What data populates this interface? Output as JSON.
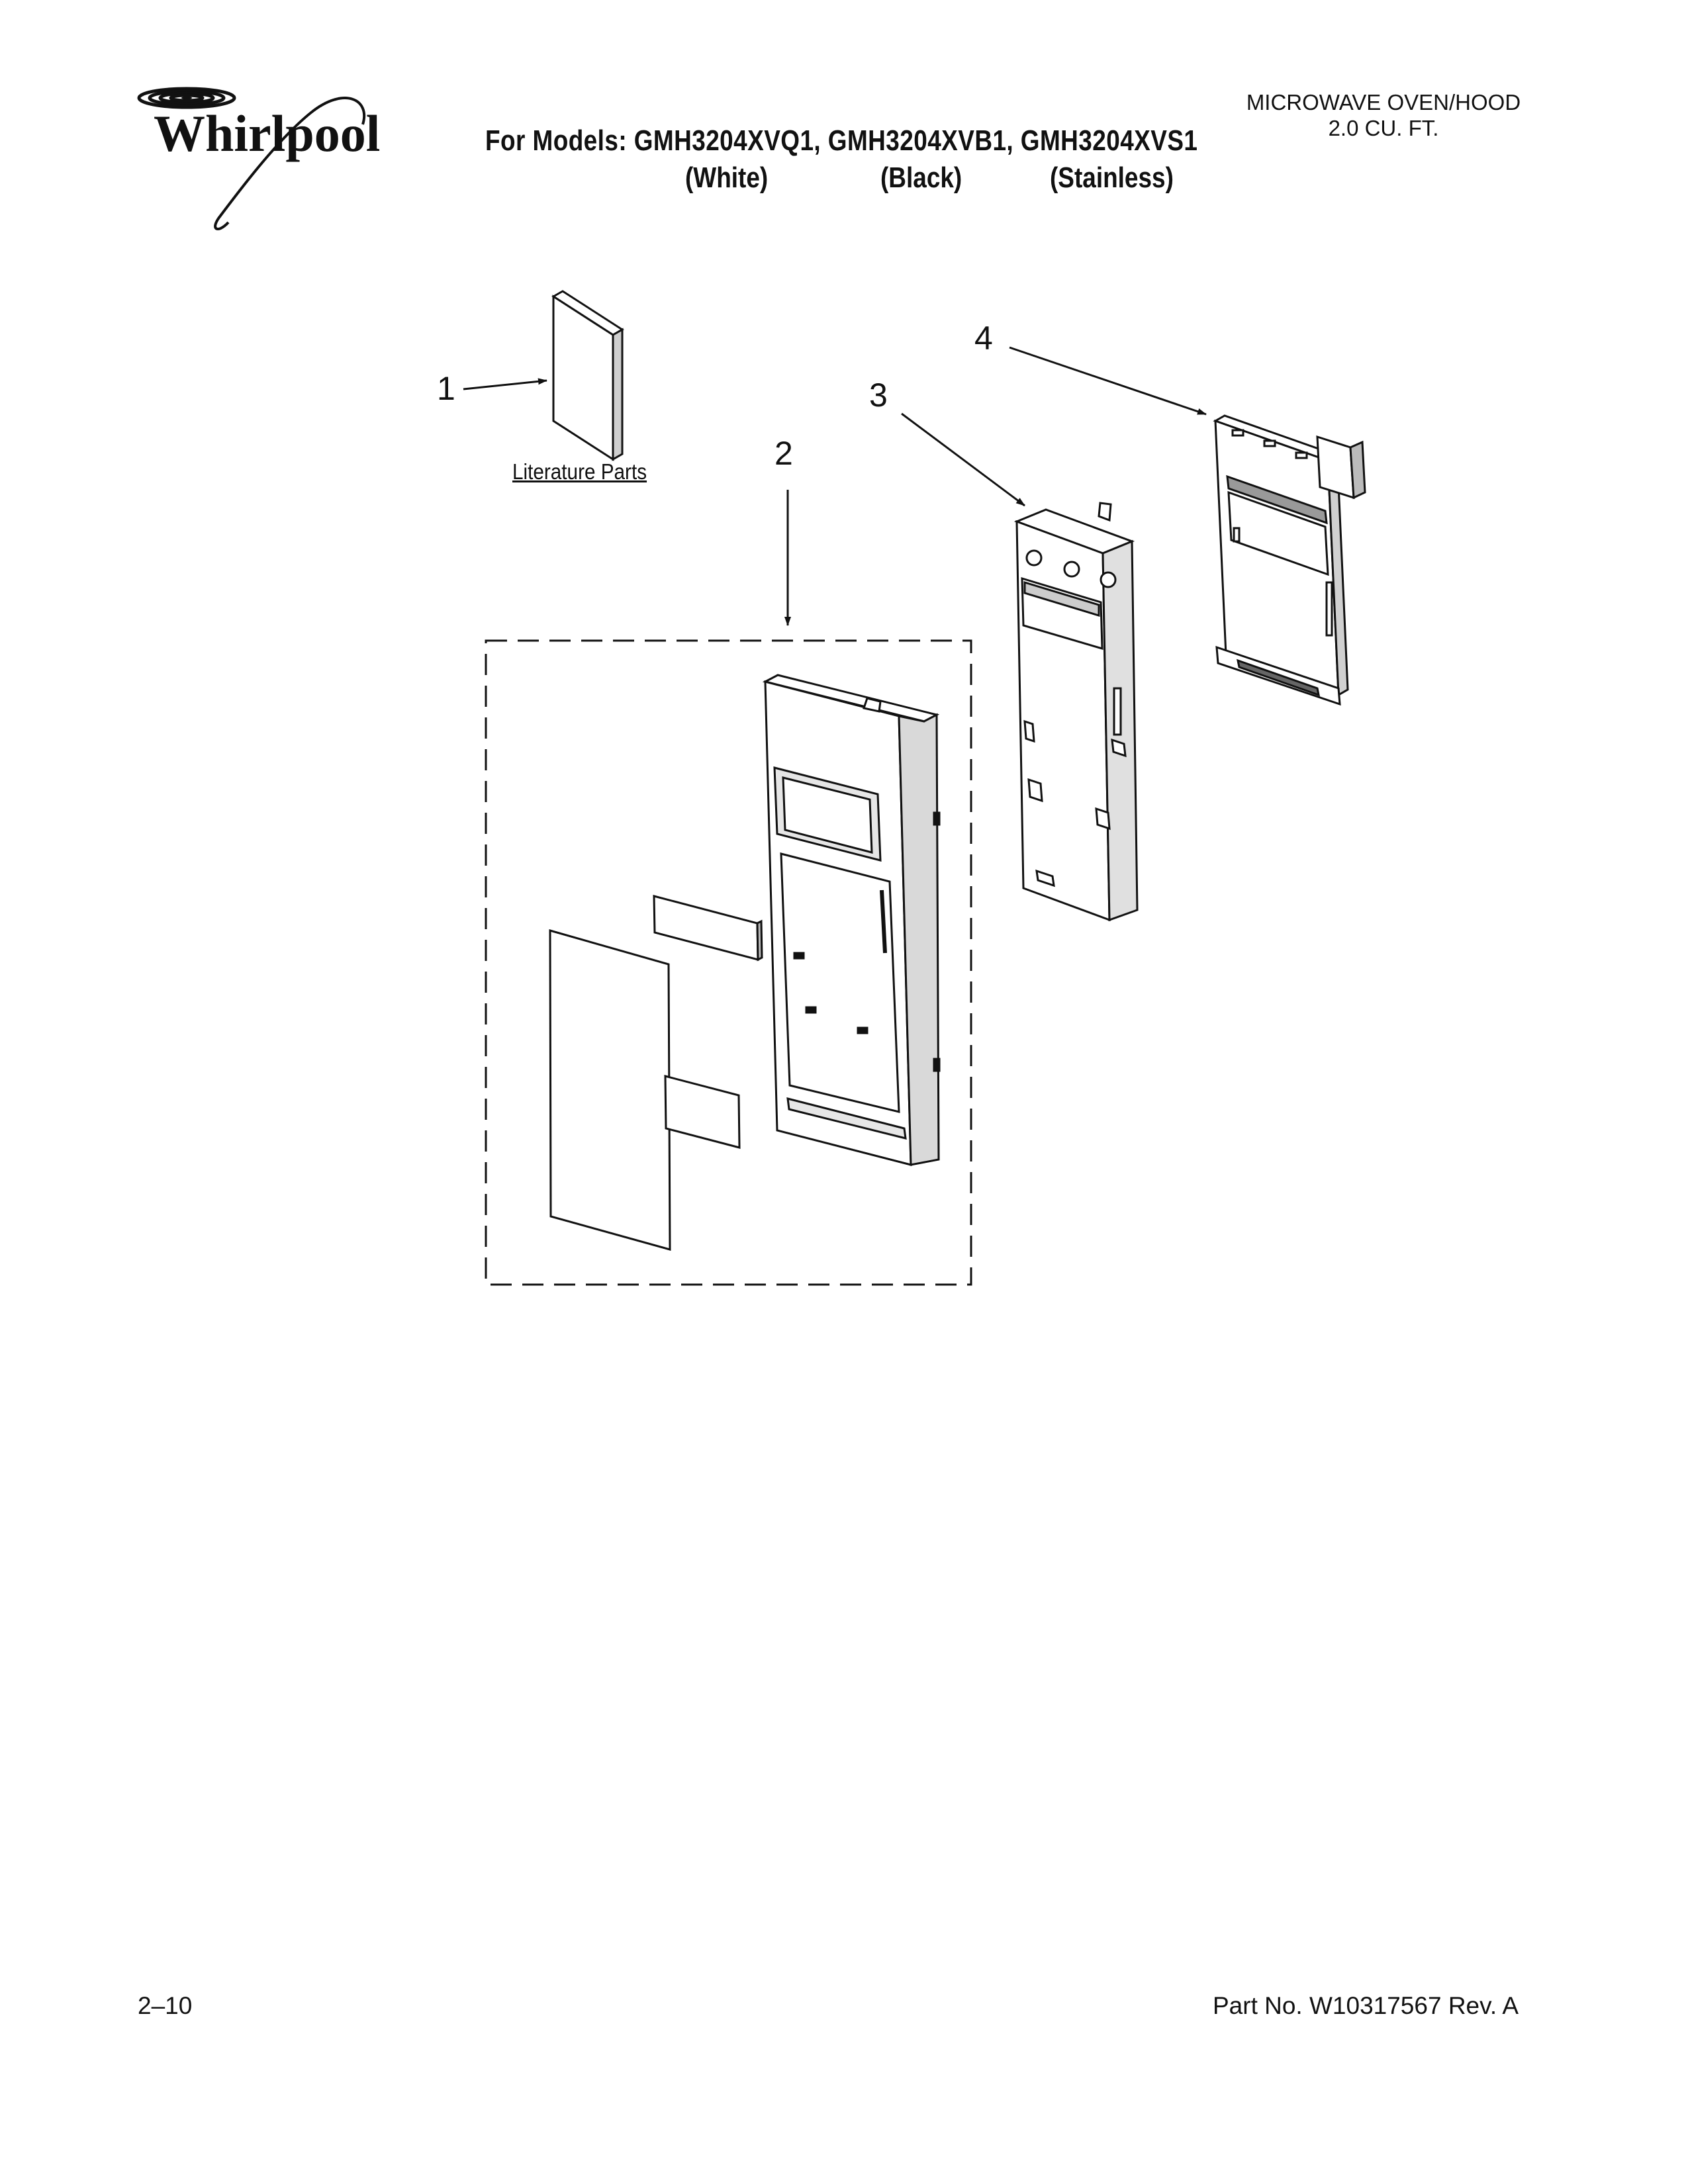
{
  "brand": {
    "name": "Whirlpool"
  },
  "header": {
    "models_line": "For Models: GMH3204XVQ1, GMH3204XVB1, GMH3204XVS1",
    "variants": [
      "(White)",
      "(Black)",
      "(Stainless)"
    ],
    "product_lines": [
      "MICROWAVE OVEN/HOOD",
      "2.0 CU. FT."
    ]
  },
  "diagram": {
    "callouts": [
      "1",
      "2",
      "3",
      "4"
    ],
    "literature_label": "Literature Parts"
  },
  "footer": {
    "page_number": "2–10",
    "part_number": "Part No. W10317567 Rev. A"
  }
}
